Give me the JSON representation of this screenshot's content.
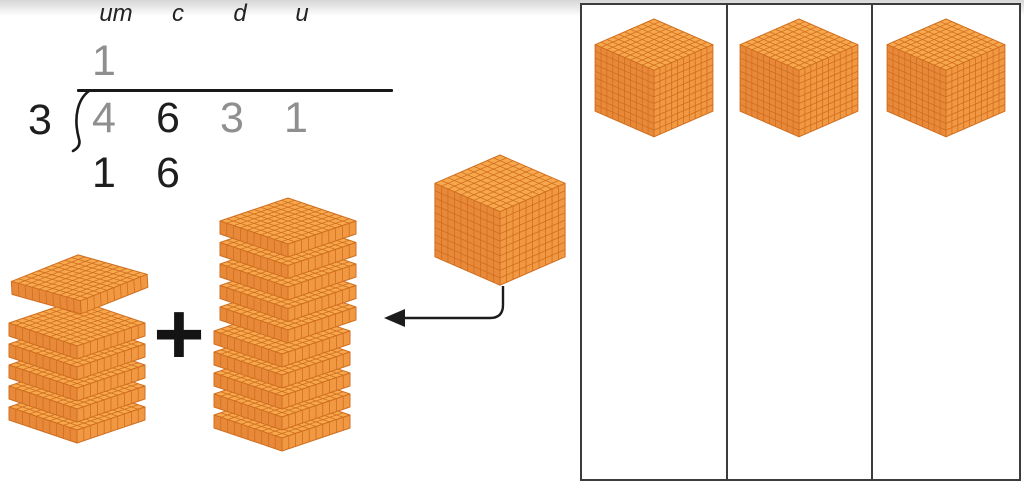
{
  "division": {
    "place_headers": [
      "um",
      "c",
      "d",
      "u"
    ],
    "divisor": "3",
    "dividend": [
      "4",
      "6",
      "3",
      "1"
    ],
    "quotient": [
      "1"
    ],
    "partial": [
      "1",
      "6"
    ],
    "plus_sign": "+"
  },
  "blocks": {
    "left_stack": {
      "lifted_flats": 1,
      "stacked_flats": 5
    },
    "right_stack": {
      "top_flats": 5,
      "bottom_flats": 5
    },
    "carry_cubes": 1,
    "table": {
      "columns": 3,
      "cubes_per_column": 1
    }
  },
  "icons": {
    "plus": "plus-sign",
    "arrow": "elbow-arrow-left-icon",
    "bracket": "division-bracket"
  },
  "colors": {
    "block_top": "#F7A84D",
    "block_left": "#E8893A",
    "block_right": "#F19843",
    "block_line": "#D06E20",
    "digit_dark": "#1E1E1E",
    "digit_gray": "#8F8F8F",
    "table_border": "#3C3C3C",
    "ink": "#1C1C1C"
  }
}
